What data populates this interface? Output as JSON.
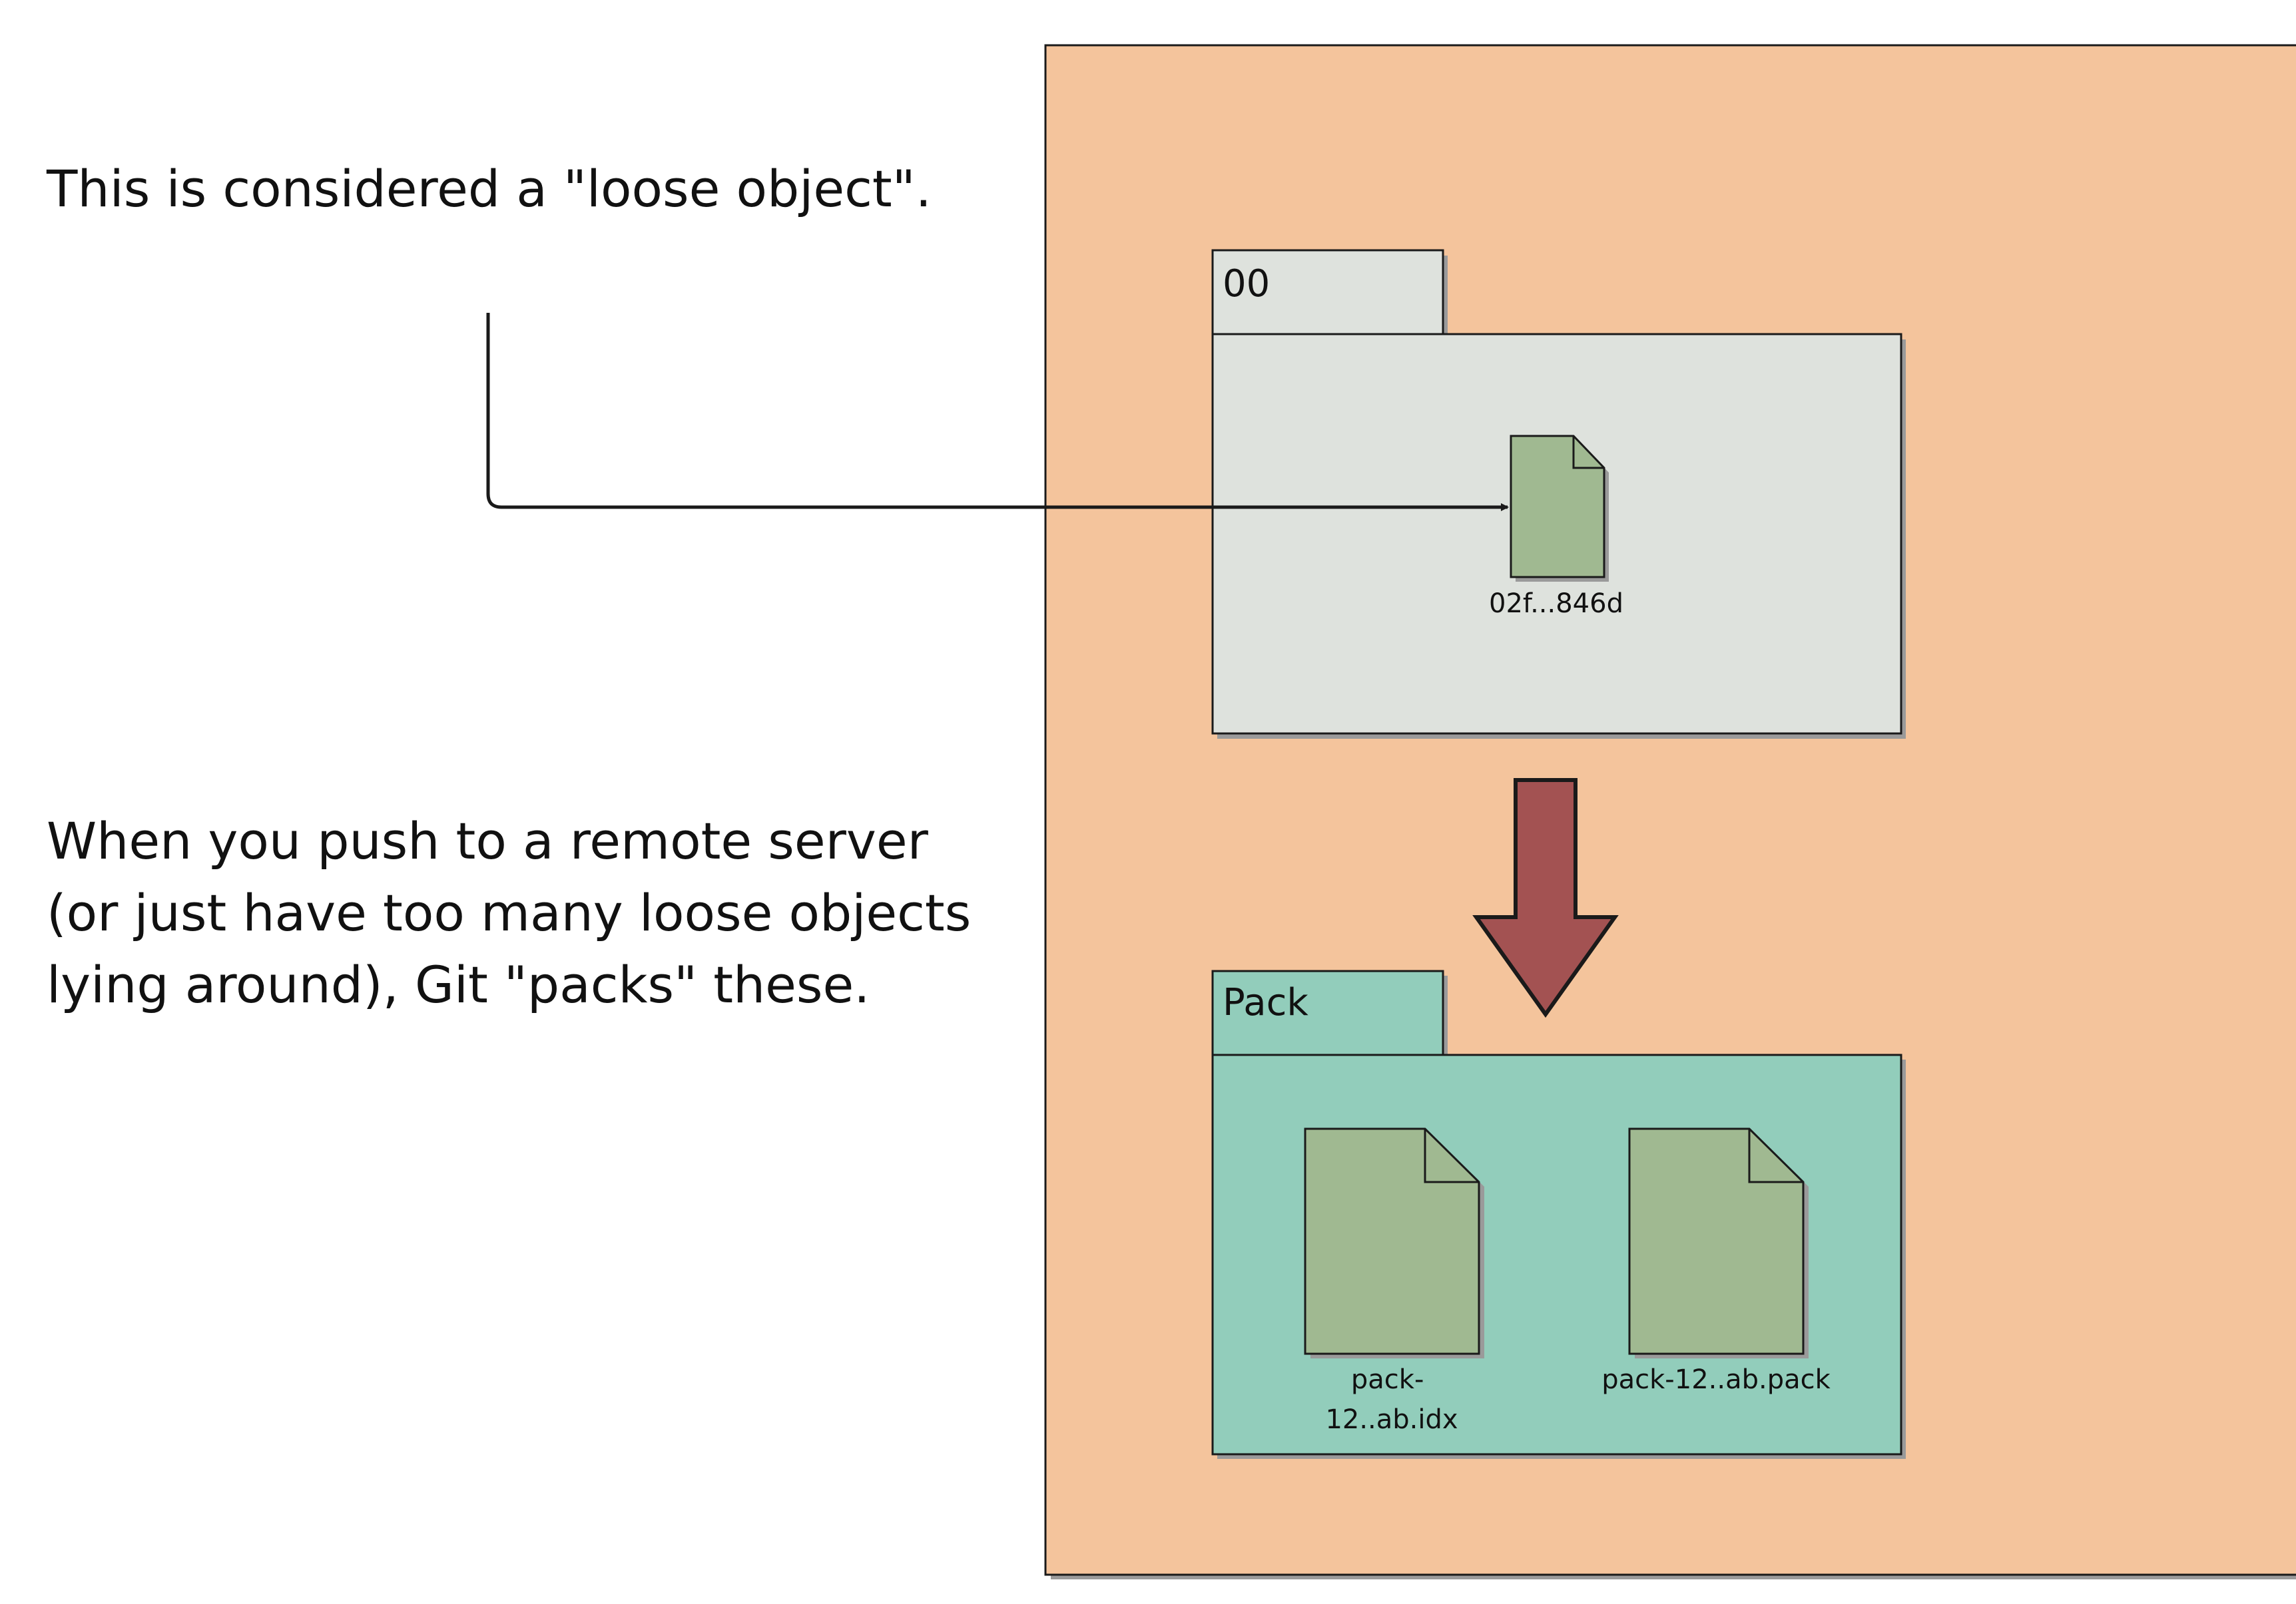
{
  "notes": {
    "loose_object": "This is considered a \"loose object\".",
    "pack_lines": [
      "When you push to a remote server",
      "(or just have too many loose objects",
      "lying around), Git \"packs\" these."
    ]
  },
  "folders": {
    "loose": {
      "label": "00",
      "files": [
        "02f...846d"
      ]
    },
    "pack": {
      "label": "Pack",
      "files": [
        [
          "pack-",
          "12..ab.idx"
        ],
        [
          "pack-12..ab.pack"
        ]
      ]
    }
  },
  "colors": {
    "container": "#f4c49c",
    "loose_folder": "#dee2dd",
    "pack_folder": "#92cdbb",
    "file": "#a0b991",
    "down_arrow": "#a35252",
    "stroke": "#1a1a1a",
    "shadow": "#9a9a9a"
  },
  "icons": [
    "file-icon",
    "folder-icon",
    "down-arrow-icon",
    "connector-arrow"
  ]
}
